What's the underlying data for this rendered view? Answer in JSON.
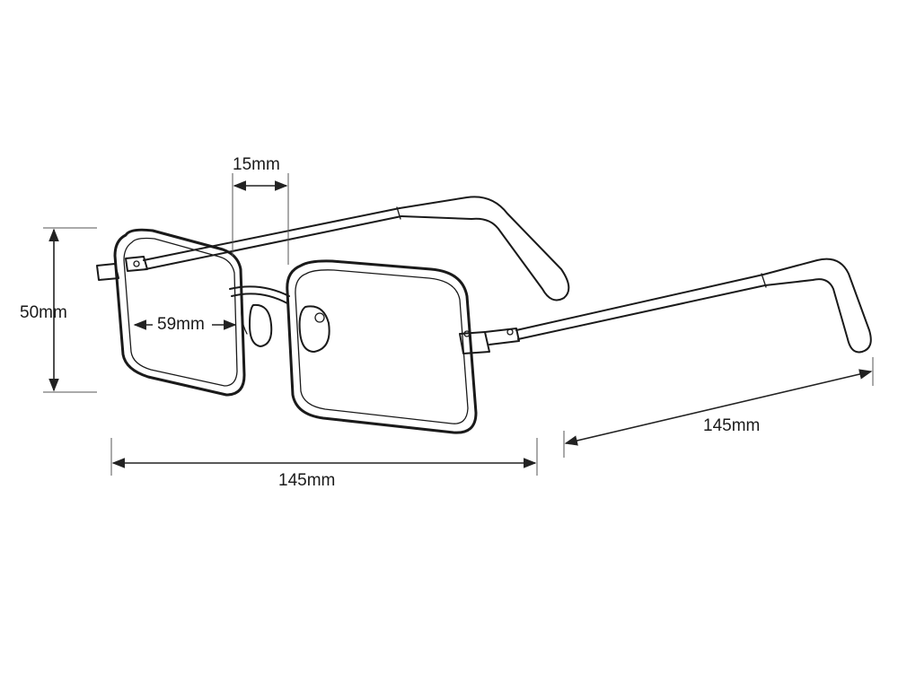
{
  "dimensions": {
    "bridge": "15mm",
    "lens_height": "50mm",
    "lens_width": "59mm",
    "frame_width": "145mm",
    "temple_length": "145mm"
  },
  "colors": {
    "line": "#1a1a1a",
    "background": "#ffffff"
  }
}
